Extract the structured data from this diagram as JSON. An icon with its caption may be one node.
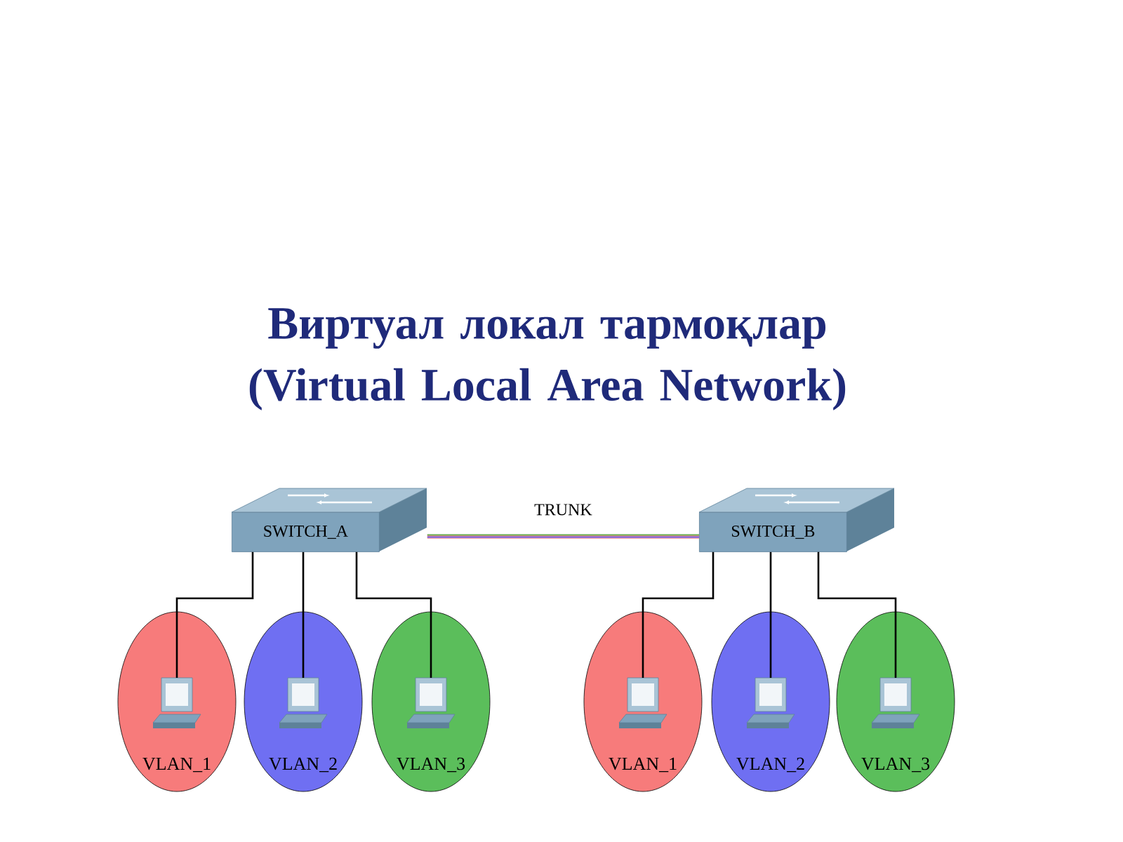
{
  "diagram": {
    "title": "Виртуал локал тармоқлар (Virtual Local Area Network)",
    "nodes": [
      {
        "text": [
          "SWITCH_A"
        ]
      },
      {
        "text": [
          "SWITCH_B"
        ]
      },
      {
        "text": [
          "VLAN_1"
        ]
      },
      {
        "text": [],
        "shape": "picture",
        "in": 2
      },
      {
        "text": [
          "VLAN_2"
        ]
      },
      {
        "text": [],
        "shape": "picture",
        "in": 4
      },
      {
        "text": [
          "VLAN_3"
        ]
      },
      {
        "text": [],
        "shape": "picture",
        "in": 6
      },
      {
        "text": [
          "VLAN_1"
        ]
      },
      {
        "text": [],
        "shape": "picture",
        "in": 8
      },
      {
        "text": [
          "VLAN_2"
        ]
      },
      {
        "text": [],
        "shape": "picture",
        "in": 10
      },
      {
        "text": [
          "VLAN_3"
        ]
      },
      {
        "text": [],
        "shape": "picture",
        "in": 12
      }
    ],
    "edges": [
      {
        "from": 0,
        "to": 1,
        "arrow": "none",
        "label": "TRUNK",
        "style": "thick",
        "color": "#f77b7b"
      },
      {
        "from": 0,
        "to": 3,
        "arrow": "none"
      },
      {
        "from": 0,
        "to": 5,
        "arrow": "none"
      },
      {
        "from": 0,
        "to": 7,
        "arrow": "none"
      },
      {
        "from": 1,
        "to": 9,
        "arrow": "none"
      },
      {
        "from": 1,
        "to": 11,
        "arrow": "none"
      },
      {
        "from": 1,
        "to": 13,
        "arrow": "none"
      }
    ]
  }
}
